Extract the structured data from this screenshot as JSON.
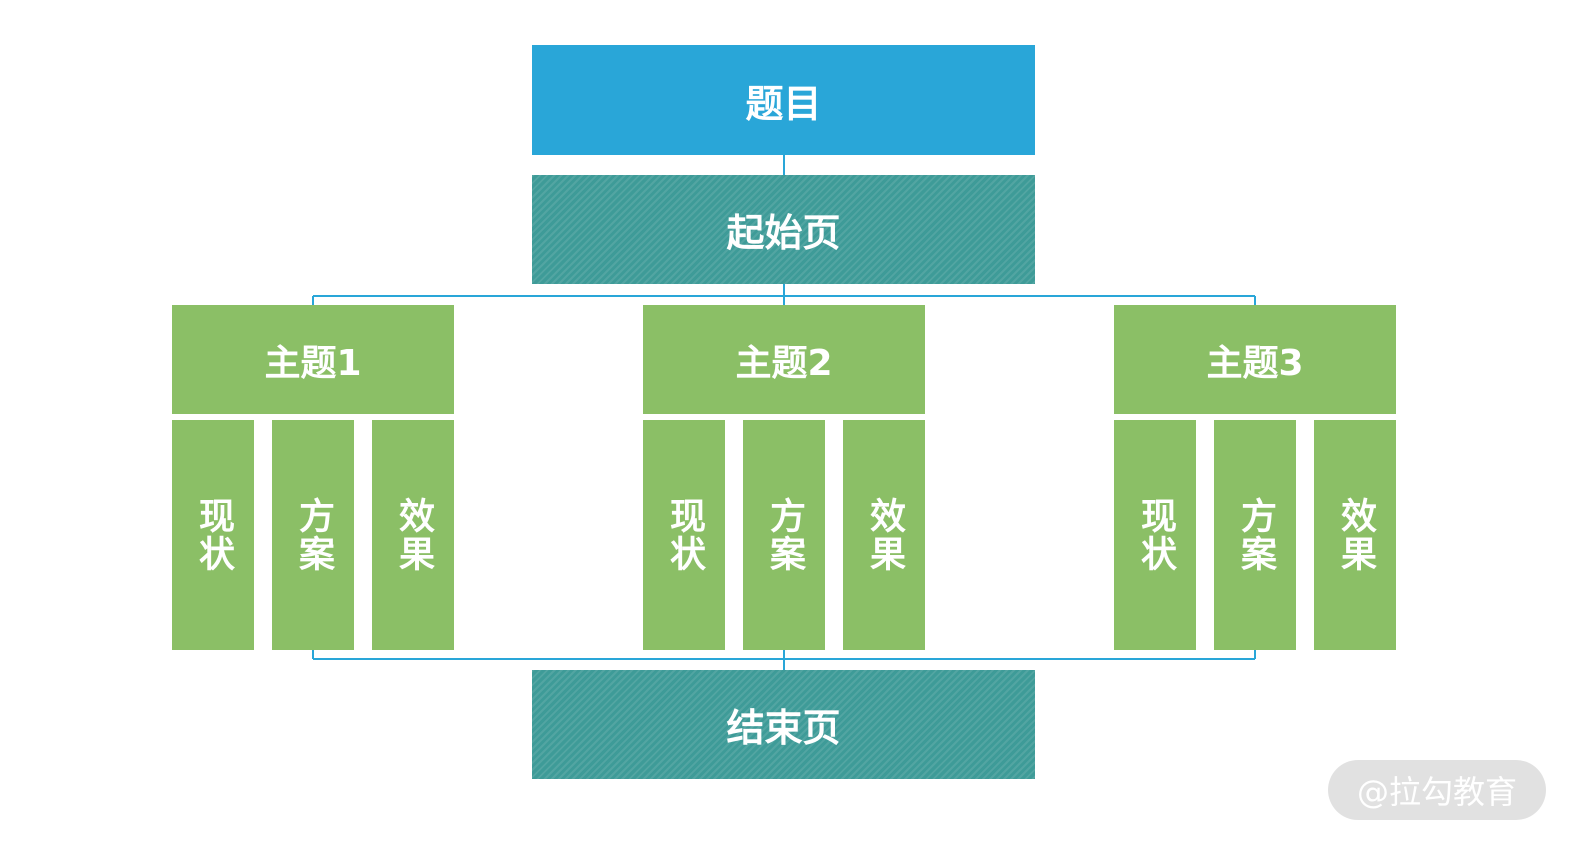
{
  "title": "题目",
  "start_page": "起始页",
  "end_page": "结束页",
  "topics": [
    {
      "label": "主题1",
      "subs": [
        "现状",
        "方案",
        "效果"
      ]
    },
    {
      "label": "主题2",
      "subs": [
        "现状",
        "方案",
        "效果"
      ]
    },
    {
      "label": "主题3",
      "subs": [
        "现状",
        "方案",
        "效果"
      ]
    }
  ],
  "watermark": "@拉勾教育",
  "colors": {
    "title": "#29a6d8",
    "page": "#3e9b98",
    "topic": "#8bbf66",
    "connector": "#29a6d8"
  }
}
